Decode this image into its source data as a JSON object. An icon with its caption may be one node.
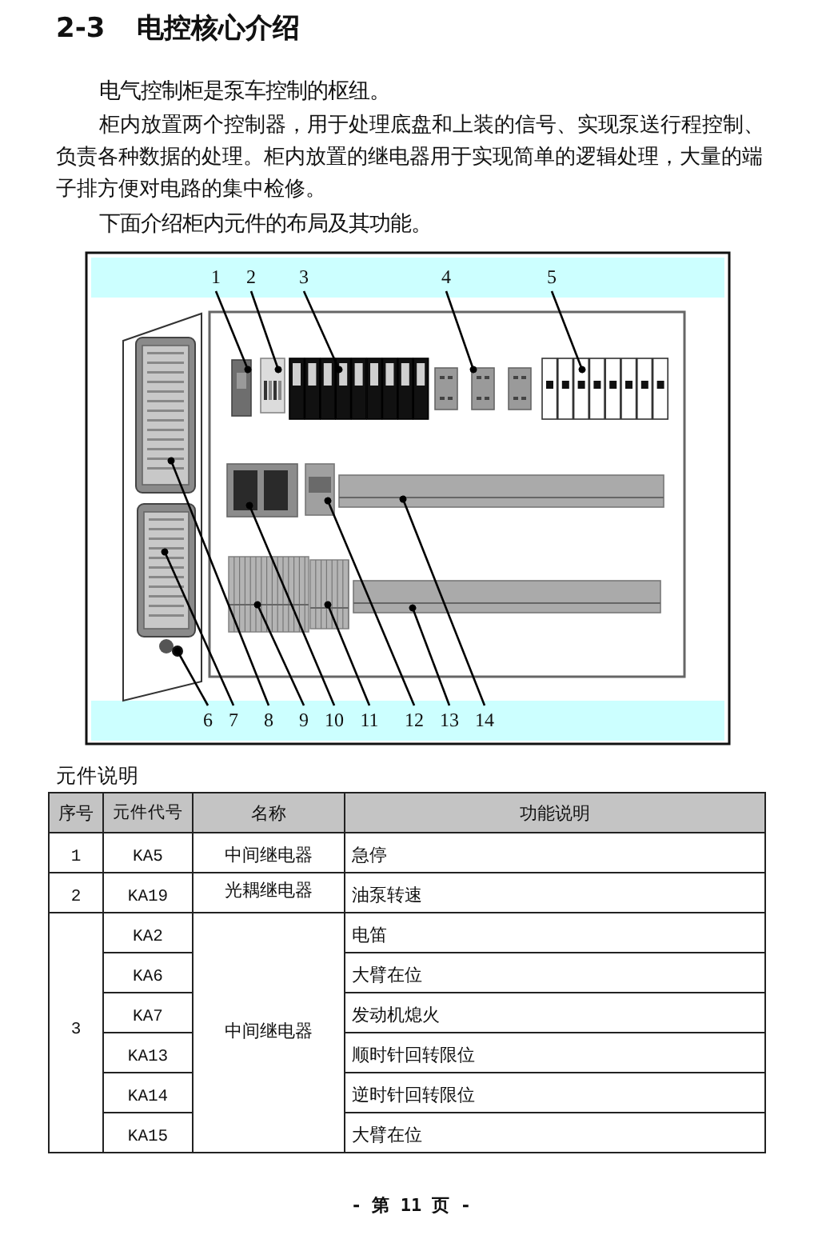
{
  "diagram": {
    "title": "2-3 电控核心介绍",
    "nodes": [
      {
        "text": [
          "1"
        ]
      },
      {
        "text": [
          "2"
        ]
      },
      {
        "text": [
          "3"
        ]
      },
      {
        "text": [
          "4"
        ]
      },
      {
        "text": [
          "5"
        ]
      },
      {
        "text": [
          "6"
        ]
      },
      {
        "text": [
          "7"
        ]
      },
      {
        "text": [
          "8"
        ]
      },
      {
        "text": [
          "9"
        ]
      },
      {
        "text": [
          "10"
        ]
      },
      {
        "text": [
          "11"
        ]
      },
      {
        "text": [
          "12"
        ]
      },
      {
        "text": [
          "13"
        ]
      },
      {
        "text": [
          "14"
        ]
      },
      {
        "text": [],
        "shape": "box"
      },
      {
        "text": [],
        "shape": "box"
      },
      {
        "text": [],
        "shape": "box"
      },
      {
        "text": [],
        "shape": "box"
      },
      {
        "text": [],
        "shape": "box"
      },
      {
        "text": [],
        "shape": "circle"
      },
      {
        "text": [],
        "shape": "box"
      },
      {
        "text": [],
        "shape": "box"
      },
      {
        "text": [],
        "shape": "box"
      },
      {
        "text": [],
        "shape": "box"
      },
      {
        "text": [],
        "shape": "box"
      },
      {
        "text": [],
        "shape": "box"
      },
      {
        "text": [],
        "shape": "box"
      },
      {
        "text": [],
        "shape": "box"
      }
    ],
    "edges": [
      {
        "from": 0,
        "to": 14,
        "arrow": "other"
      },
      {
        "from": 1,
        "to": 15,
        "arrow": "other"
      },
      {
        "from": 2,
        "to": 16,
        "arrow": "other"
      },
      {
        "from": 3,
        "to": 17,
        "arrow": "other"
      },
      {
        "from": 4,
        "to": 18,
        "arrow": "other"
      },
      {
        "from": 5,
        "to": 19,
        "arrow": "other"
      },
      {
        "from": 6,
        "to": 20,
        "arrow": "other"
      },
      {
        "from": 7,
        "to": 21,
        "arrow": "other"
      },
      {
        "from": 8,
        "to": 22,
        "arrow": "other"
      },
      {
        "from": 9,
        "to": 23,
        "arrow": "other"
      },
      {
        "from": 10,
        "to": 24,
        "arrow": "other"
      },
      {
        "from": 11,
        "to": 25,
        "arrow": "other"
      },
      {
        "from": 12,
        "to": 26,
        "arrow": "other"
      },
      {
        "from": 13,
        "to": 27,
        "arrow": "other"
      }
    ],
    "labels": [
      "电气控制柜是泵车控制的枢纽。",
      "柜内放置两个控制器，用于处理底盘和上装的信号、实现泵送行程控制、负责各种数据的处理。柜内放置的继电器用于实现简单的逻辑处理，大量的端子排方便对电路的集中检修。",
      "下面介绍柜内元件的布局及其功能。",
      "元件说明",
      "序号",
      "元件代号",
      "名称",
      "功能说明",
      "1",
      "KA5",
      "中间继电器",
      "急停",
      "2",
      "KA19",
      "光耦继电器",
      "油泵转速",
      "3",
      "KA2",
      "中间继电器",
      "电笛",
      "KA6",
      "大臂在位",
      "KA7",
      "发动机熄火",
      "KA13",
      "顺时针回转限位",
      "KA14",
      "逆时针回转限位",
      "KA15",
      "大臂在位",
      "- 第 11 页 -"
    ]
  }
}
